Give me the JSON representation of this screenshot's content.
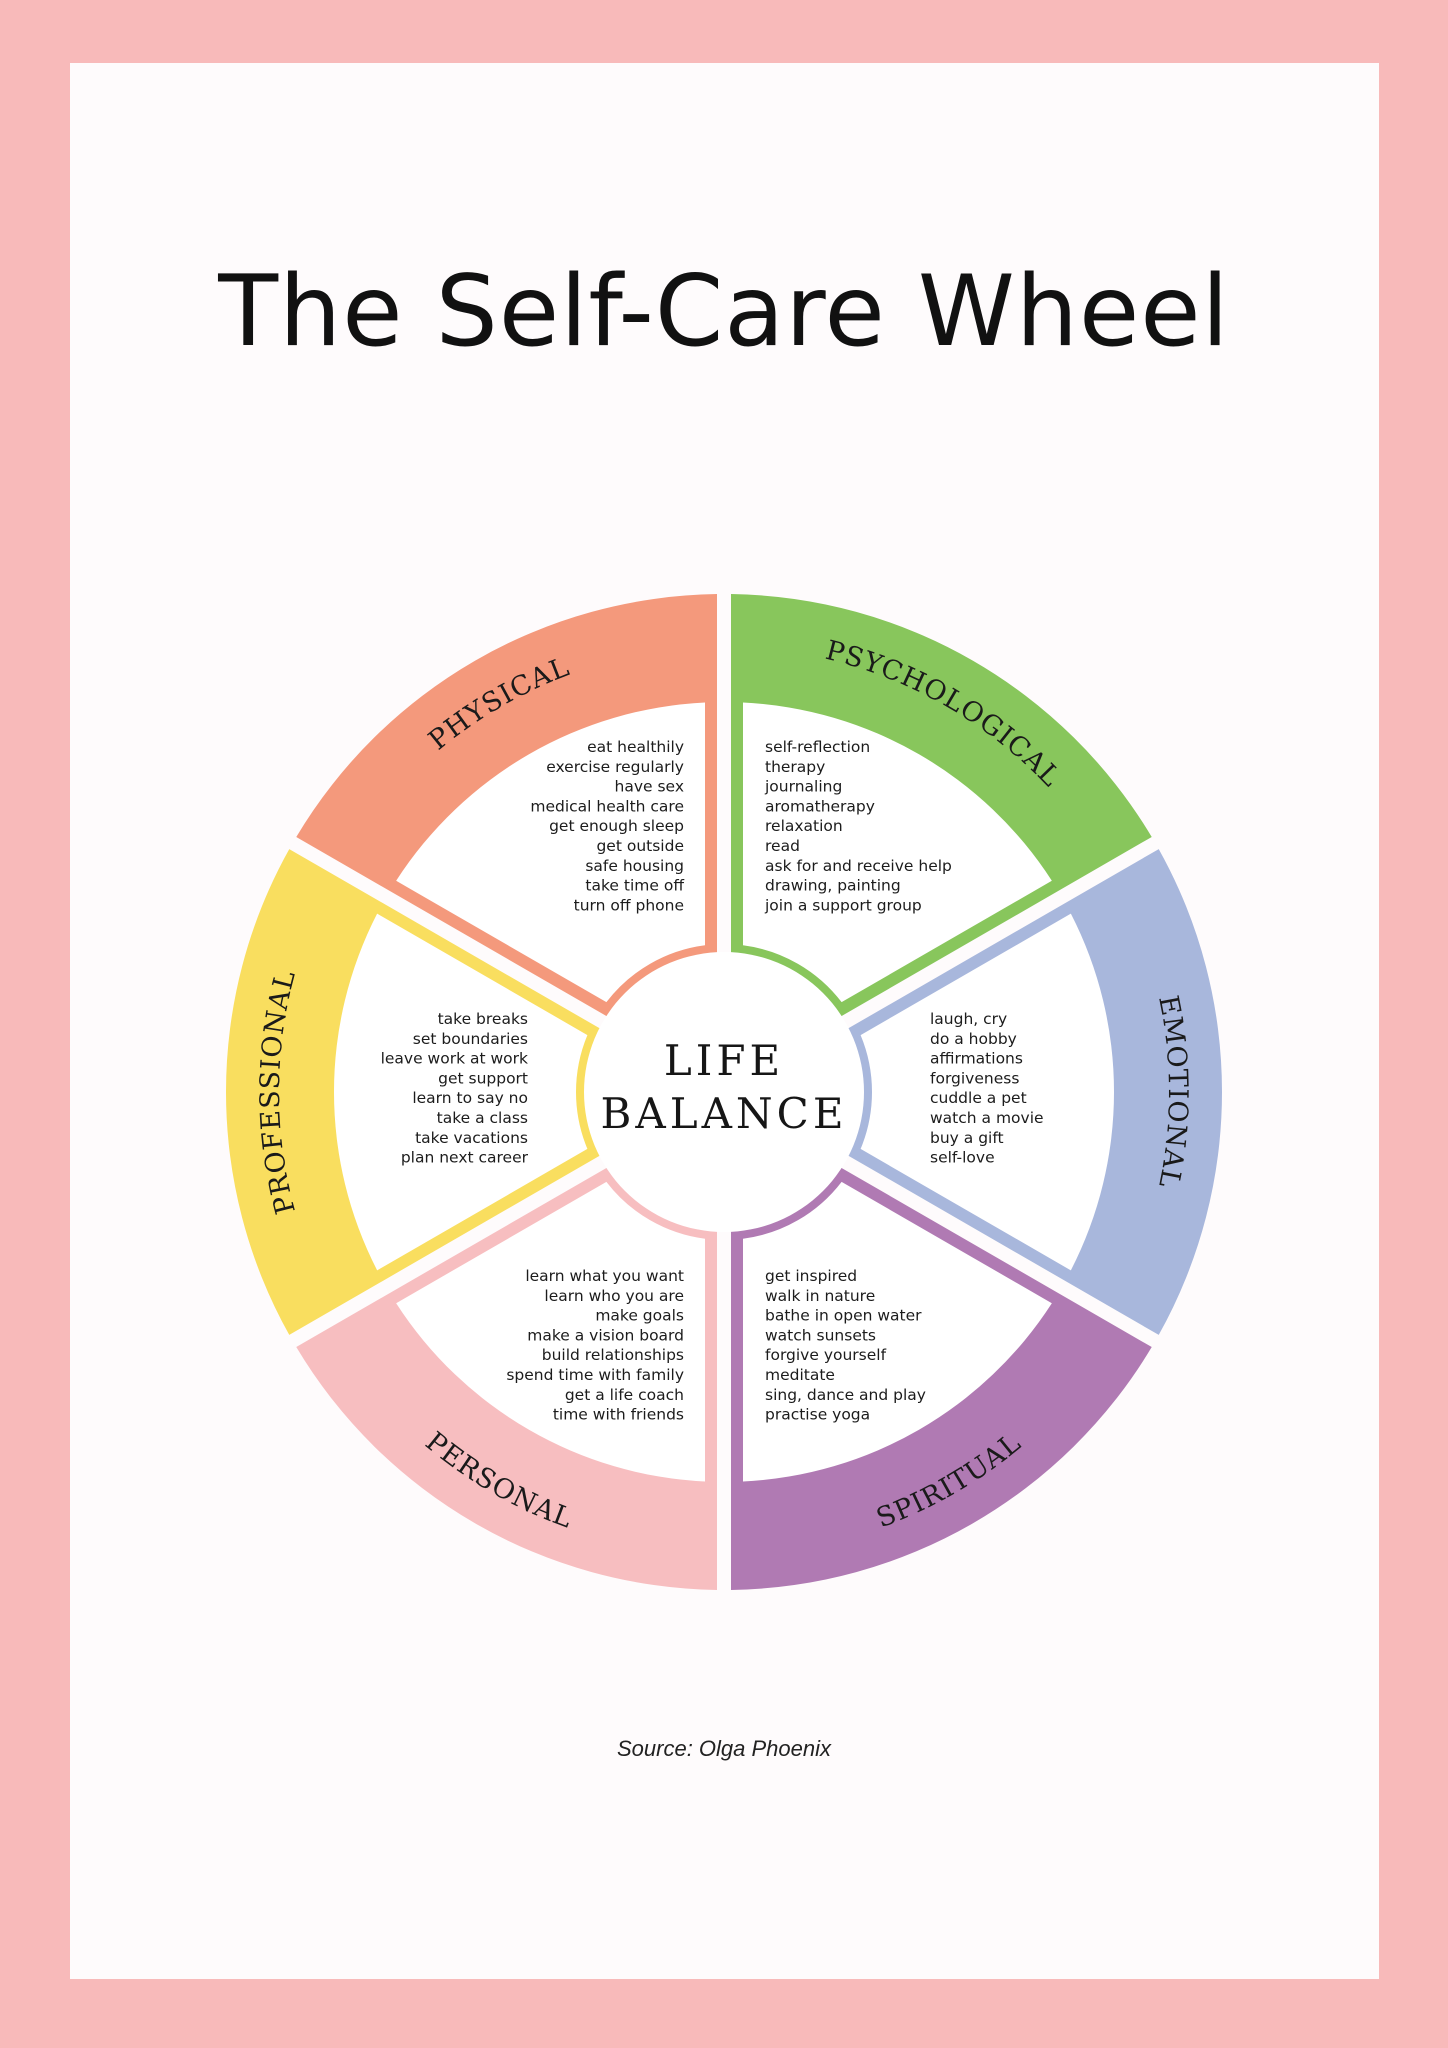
{
  "title": "The Self-Care Wheel",
  "center": {
    "line1": "LIFE",
    "line2": "BALANCE"
  },
  "segments": [
    {
      "label": "PHYSICAL",
      "color": "#f4997c",
      "items": [
        "eat healthily",
        "exercise regularly",
        "have sex",
        "medical health care",
        "get enough sleep",
        "get outside",
        "safe housing",
        "take time off",
        "turn off phone"
      ]
    },
    {
      "label": "PSYCHOLOGICAL",
      "color": "#88c65c",
      "items": [
        "self-reflection",
        "therapy",
        "journaling",
        "aromatherapy",
        "relaxation",
        "read",
        "ask for and receive help",
        "drawing, painting",
        "join a support group"
      ]
    },
    {
      "label": "EMOTIONAL",
      "color": "#a8b7dc",
      "items": [
        "laugh, cry",
        "do a hobby",
        "affirmations",
        "forgiveness",
        "cuddle a pet",
        "watch a movie",
        "buy a gift",
        "self-love"
      ]
    },
    {
      "label": "SPIRITUAL",
      "color": "#b07ab3",
      "items": [
        "get inspired",
        "walk in nature",
        "bathe in open water",
        "watch sunsets",
        "forgive yourself",
        "meditate",
        "sing, dance and play",
        "practise yoga"
      ]
    },
    {
      "label": "PERSONAL",
      "color": "#f7bec0",
      "items": [
        "learn what you want",
        "learn who you are",
        "make goals",
        "make a vision board",
        "build relationships",
        "spend time with family",
        "get a life coach",
        "time with friends"
      ]
    },
    {
      "label": "PROFESSIONAL",
      "color": "#f9de5f",
      "items": [
        "take breaks",
        "set boundaries",
        "leave work at work",
        "get support",
        "learn to say no",
        "take a class",
        "take vacations",
        "plan next career"
      ]
    }
  ],
  "source": "Source: Olga Phoenix"
}
